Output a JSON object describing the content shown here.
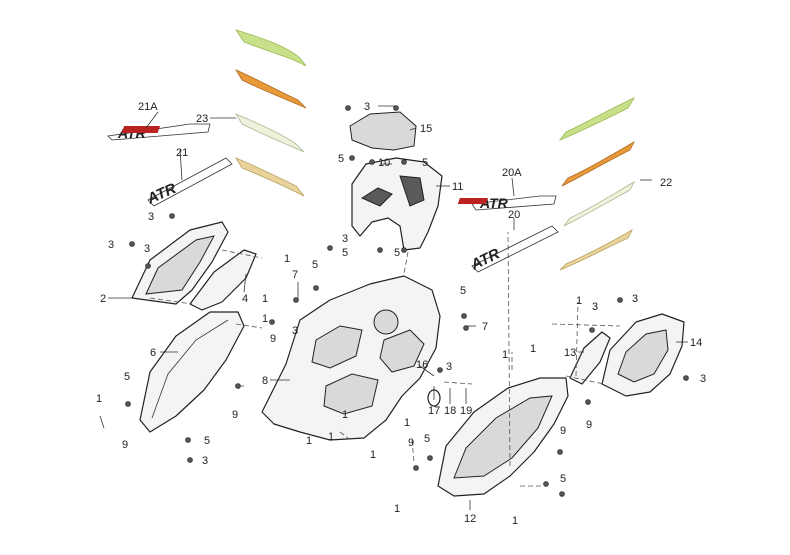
{
  "labels": [
    {
      "id": "21A",
      "text": "21A"
    },
    {
      "id": "23",
      "text": "23"
    },
    {
      "id": "21",
      "text": "21"
    },
    {
      "id": "15",
      "text": "15"
    },
    {
      "id": "11",
      "text": "11"
    },
    {
      "id": "20A",
      "text": "20A"
    },
    {
      "id": "22",
      "text": "22"
    },
    {
      "id": "20",
      "text": "20"
    },
    {
      "id": "14",
      "text": "14"
    },
    {
      "id": "13",
      "text": "13"
    },
    {
      "id": "2",
      "text": "2"
    },
    {
      "id": "4",
      "text": "4"
    },
    {
      "id": "6",
      "text": "6"
    },
    {
      "id": "7a",
      "text": "7"
    },
    {
      "id": "7b",
      "text": "7"
    },
    {
      "id": "8",
      "text": "8"
    },
    {
      "id": "10",
      "text": "10"
    },
    {
      "id": "12",
      "text": "12"
    },
    {
      "id": "16",
      "text": "16"
    },
    {
      "id": "17",
      "text": "17"
    },
    {
      "id": "18",
      "text": "18"
    },
    {
      "id": "19",
      "text": "19"
    },
    {
      "id": "3a",
      "text": "3"
    },
    {
      "id": "3b",
      "text": "3"
    },
    {
      "id": "3c",
      "text": "3"
    },
    {
      "id": "3d",
      "text": "3"
    },
    {
      "id": "3e",
      "text": "3"
    },
    {
      "id": "3f",
      "text": "3"
    },
    {
      "id": "3g",
      "text": "3"
    },
    {
      "id": "3h",
      "text": "3"
    },
    {
      "id": "3i",
      "text": "3"
    },
    {
      "id": "3j",
      "text": "3"
    },
    {
      "id": "3k",
      "text": "3"
    },
    {
      "id": "1a",
      "text": "1"
    },
    {
      "id": "1b",
      "text": "1"
    },
    {
      "id": "1c",
      "text": "1"
    },
    {
      "id": "1d",
      "text": "1"
    },
    {
      "id": "1e",
      "text": "1"
    },
    {
      "id": "1f",
      "text": "1"
    },
    {
      "id": "1g",
      "text": "1"
    },
    {
      "id": "1h",
      "text": "1"
    },
    {
      "id": "1i",
      "text": "1"
    },
    {
      "id": "1j",
      "text": "1"
    },
    {
      "id": "1k",
      "text": "1"
    },
    {
      "id": "1l",
      "text": "1"
    },
    {
      "id": "1m",
      "text": "1"
    },
    {
      "id": "1n",
      "text": "1"
    },
    {
      "id": "5a",
      "text": "5"
    },
    {
      "id": "5b",
      "text": "5"
    },
    {
      "id": "5c",
      "text": "5"
    },
    {
      "id": "5d",
      "text": "5"
    },
    {
      "id": "5e",
      "text": "5"
    },
    {
      "id": "5f",
      "text": "5"
    },
    {
      "id": "5g",
      "text": "5"
    },
    {
      "id": "5h",
      "text": "5"
    },
    {
      "id": "5i",
      "text": "5"
    },
    {
      "id": "5j",
      "text": "5"
    },
    {
      "id": "9a",
      "text": "9"
    },
    {
      "id": "9b",
      "text": "9"
    },
    {
      "id": "9c",
      "text": "9"
    },
    {
      "id": "9d",
      "text": "9"
    },
    {
      "id": "9e",
      "text": "9"
    },
    {
      "id": "9f",
      "text": "9"
    }
  ],
  "decals": {
    "logo_text": "ATR",
    "stripe_colors": [
      "#c8e08a",
      "#e89a3a",
      "#dfe8c8",
      "#e8d49a"
    ]
  }
}
